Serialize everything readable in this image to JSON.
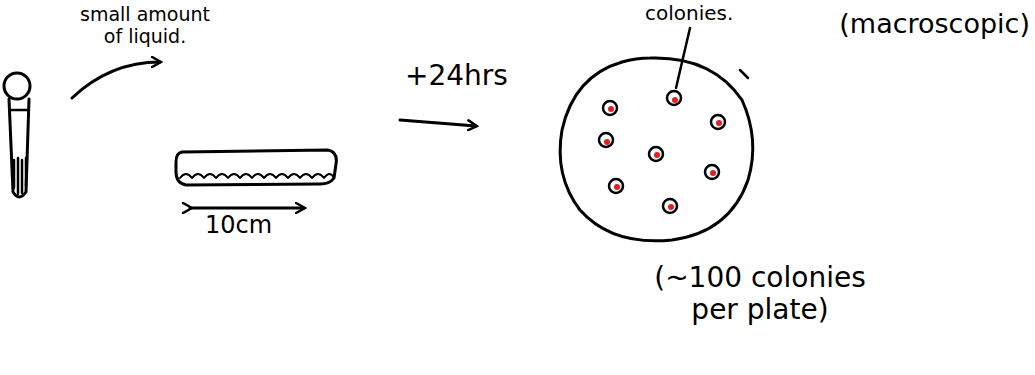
{
  "diagram": {
    "labels": [
      "small amount of liquid.",
      "10cm",
      "+24hrs",
      "colonies.",
      "(macroscopic)",
      "(~100 colonies per plate)"
    ]
  }
}
